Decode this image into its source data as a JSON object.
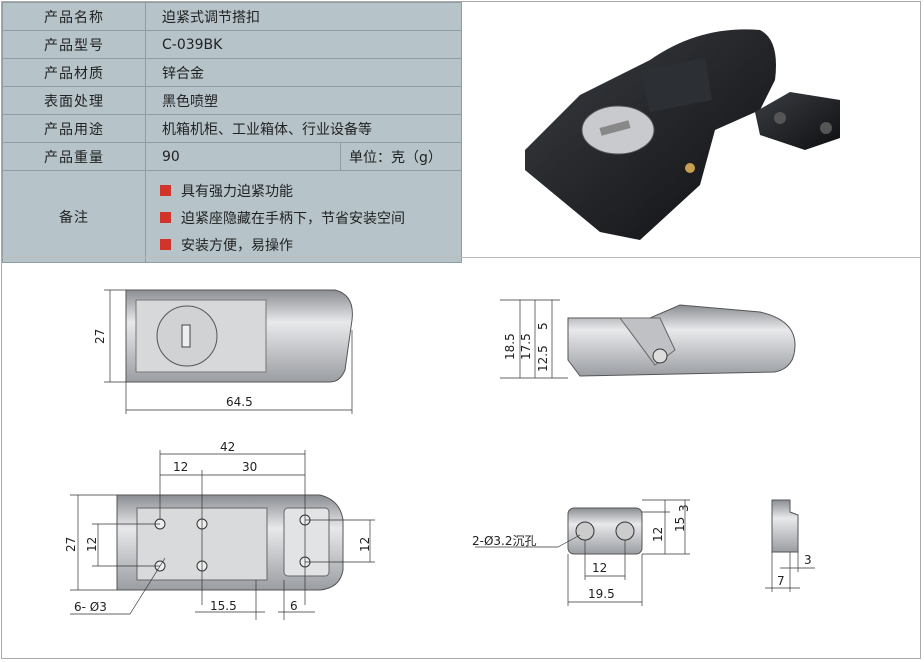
{
  "spec": {
    "rows": [
      {
        "label": "产品名称",
        "value": "迫紧式调节搭扣"
      },
      {
        "label": "产品型号",
        "value": "C-039BK"
      },
      {
        "label": "产品材质",
        "value": "锌合金"
      },
      {
        "label": "表面处理",
        "value": "黑色喷塑"
      },
      {
        "label": "产品用途",
        "value": "机箱机柜、工业箱体、行业设备等"
      },
      {
        "label": "产品重量",
        "value": "90",
        "unit": "单位：克（g）"
      }
    ],
    "notes_label": "备注",
    "notes": [
      "具有强力迫紧功能",
      "迫紧座隐藏在手柄下，节省安装空间",
      "安装方便，易操作"
    ]
  },
  "drawings": {
    "top_view": {
      "height": "27",
      "length": "64.5"
    },
    "side_view": {
      "d1": "5",
      "d2": "17.5",
      "d3": "18.5",
      "d4": "12.5"
    },
    "bottom_view": {
      "total": "42",
      "left": "12",
      "right": "30",
      "height": "27",
      "hole_v_left": "12",
      "hole_v_right": "12",
      "holes": "6- Ø3",
      "slot": "15.5",
      "pad": "6"
    },
    "catch_front": {
      "holes": "2-Ø3.2沉孔",
      "top": "3",
      "hole_v": "12",
      "height": "15",
      "hole_h": "12",
      "width": "19.5"
    },
    "catch_side": {
      "a": "3",
      "b": "7"
    }
  },
  "colors": {
    "table_bg": "#b6c4ca",
    "bullet": "#d1342b"
  }
}
